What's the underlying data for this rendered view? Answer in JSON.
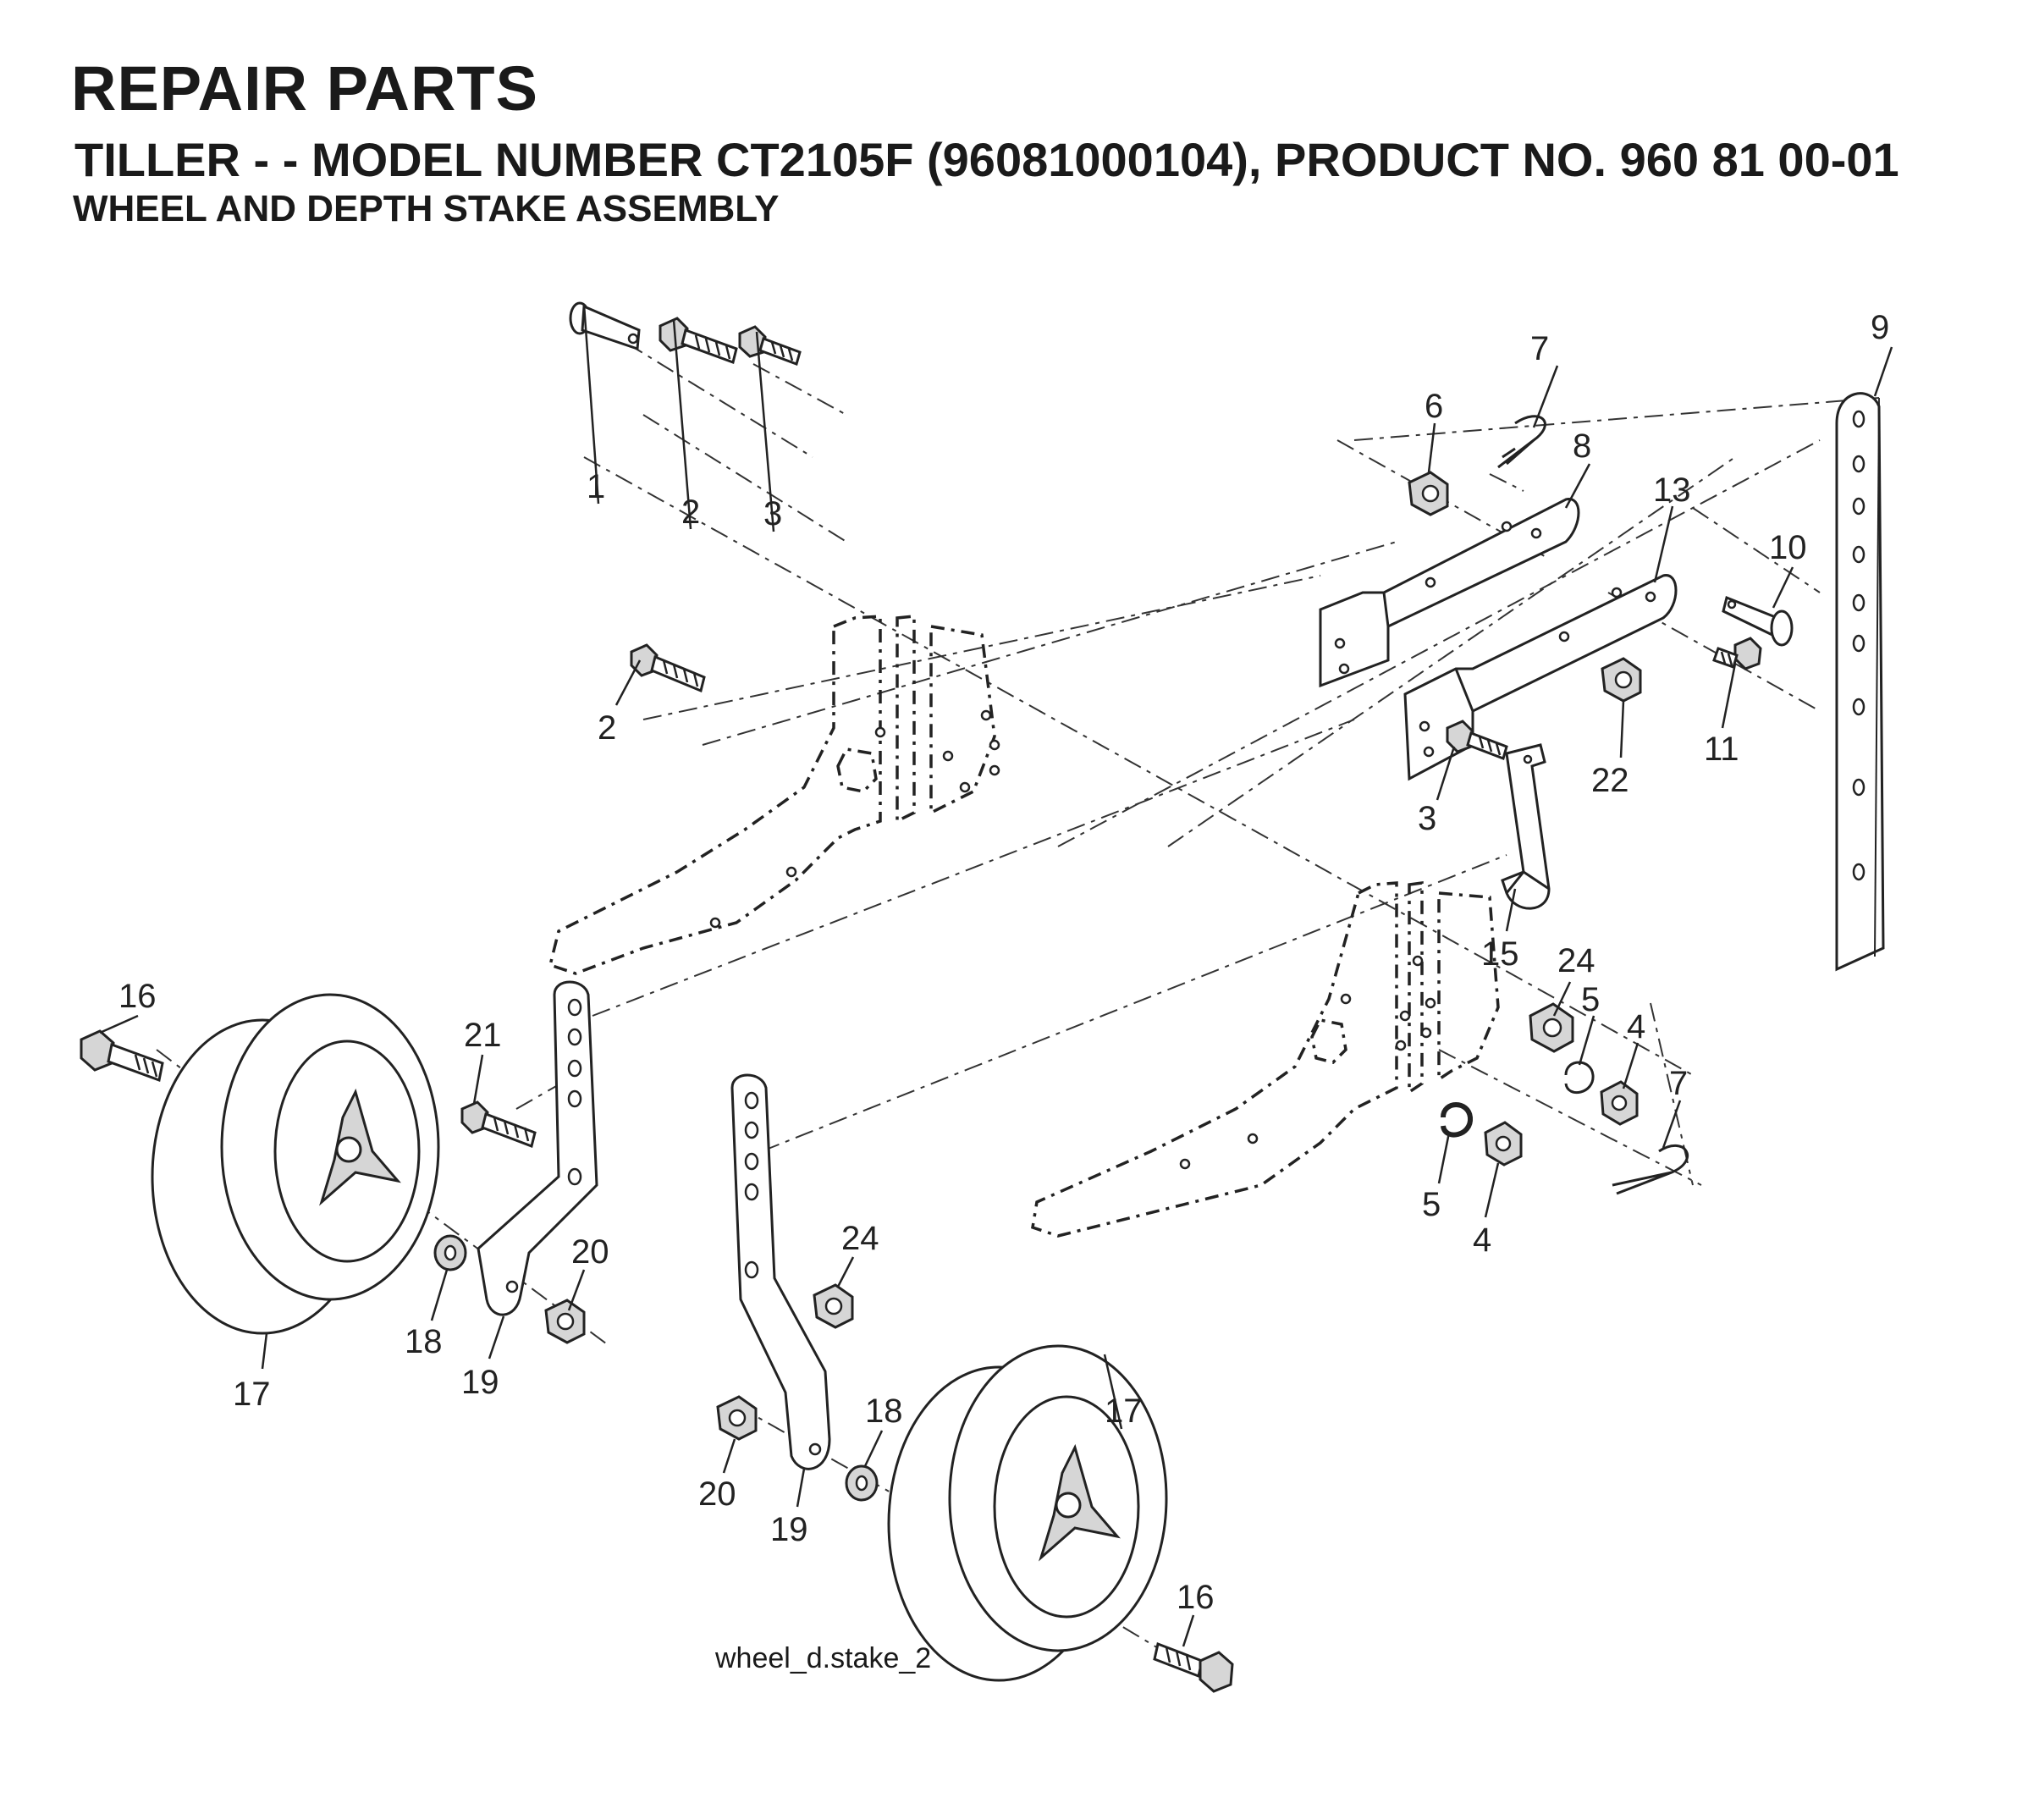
{
  "header": {
    "title": "REPAIR PARTS",
    "subtitle": "TILLER - - MODEL NUMBER CT2105F (96081000104), PRODUCT NO. 960 81 00-01",
    "section": "WHEEL AND DEPTH STAKE ASSEMBLY"
  },
  "footer": {
    "filename": "wheel_d.stake_2"
  },
  "callouts": [
    {
      "id": "c1",
      "label": "1"
    },
    {
      "id": "c2a",
      "label": "2"
    },
    {
      "id": "c2b",
      "label": "2"
    },
    {
      "id": "c3a",
      "label": "3"
    },
    {
      "id": "c3b",
      "label": "3"
    },
    {
      "id": "c4a",
      "label": "4"
    },
    {
      "id": "c4b",
      "label": "4"
    },
    {
      "id": "c5a",
      "label": "5"
    },
    {
      "id": "c5b",
      "label": "5"
    },
    {
      "id": "c6",
      "label": "6"
    },
    {
      "id": "c7a",
      "label": "7"
    },
    {
      "id": "c7b",
      "label": "7"
    },
    {
      "id": "c8",
      "label": "8"
    },
    {
      "id": "c9",
      "label": "9"
    },
    {
      "id": "c10",
      "label": "10"
    },
    {
      "id": "c11",
      "label": "11"
    },
    {
      "id": "c13",
      "label": "13"
    },
    {
      "id": "c15",
      "label": "15"
    },
    {
      "id": "c16a",
      "label": "16"
    },
    {
      "id": "c16b",
      "label": "16"
    },
    {
      "id": "c17a",
      "label": "17"
    },
    {
      "id": "c17b",
      "label": "17"
    },
    {
      "id": "c18a",
      "label": "18"
    },
    {
      "id": "c18b",
      "label": "18"
    },
    {
      "id": "c19a",
      "label": "19"
    },
    {
      "id": "c19b",
      "label": "19"
    },
    {
      "id": "c20a",
      "label": "20"
    },
    {
      "id": "c20b",
      "label": "20"
    },
    {
      "id": "c21",
      "label": "21"
    },
    {
      "id": "c22",
      "label": "22"
    },
    {
      "id": "c24a",
      "label": "24"
    },
    {
      "id": "c24b",
      "label": "24"
    }
  ]
}
